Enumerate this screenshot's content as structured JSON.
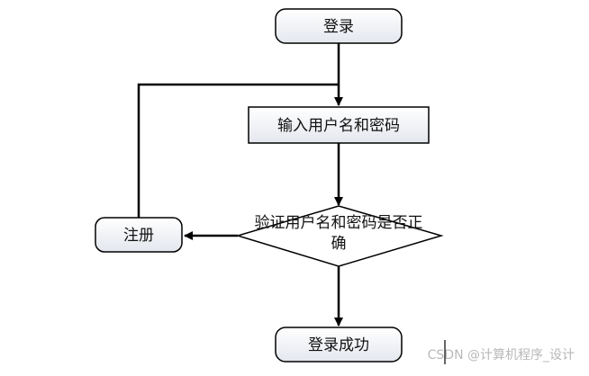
{
  "diagram": {
    "nodes": {
      "start": {
        "label": "登录",
        "shape": "rounded-rect"
      },
      "input": {
        "label": "输入用户名和密码",
        "shape": "rect"
      },
      "decision": {
        "label_line1": "验证用户名和密码是否正",
        "label_line2": "确",
        "shape": "diamond"
      },
      "register": {
        "label": "注册",
        "shape": "rounded-rect"
      },
      "success": {
        "label": "登录成功",
        "shape": "rounded-rect"
      }
    },
    "edges": [
      {
        "from": "start",
        "to": "input"
      },
      {
        "from": "input",
        "to": "decision"
      },
      {
        "from": "decision",
        "to": "register"
      },
      {
        "from": "register",
        "to": "input"
      },
      {
        "from": "decision",
        "to": "success"
      }
    ],
    "colors": {
      "node_fill_top": "#ffffff",
      "node_fill_bottom": "#e6e8ee",
      "stroke": "#000000"
    }
  },
  "watermark": {
    "text": "CSDN @计算机程序_设计"
  }
}
